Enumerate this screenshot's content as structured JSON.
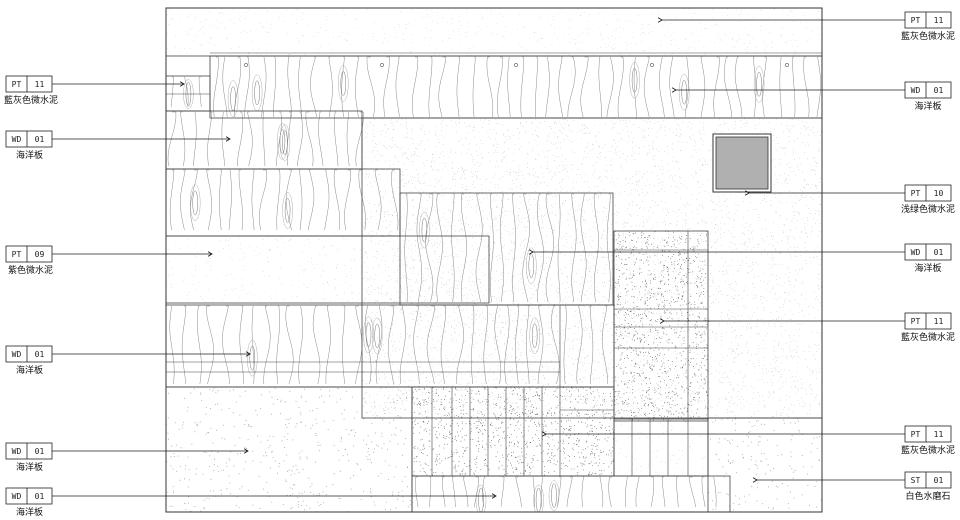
{
  "tags": [
    {
      "code": "PT",
      "num": "11",
      "label": "藍灰色微水泥",
      "side": "right",
      "color": "#9aa0a6"
    },
    {
      "code": "PT",
      "num": "11",
      "label": "藍灰色微水泥",
      "side": "left",
      "color": "#9aa0a6"
    },
    {
      "code": "WD",
      "num": "01",
      "label": "海洋板",
      "side": "right",
      "color": "#c8a878"
    },
    {
      "code": "WD",
      "num": "01",
      "label": "海洋板",
      "side": "left",
      "color": "#c8a878"
    },
    {
      "code": "PT",
      "num": "10",
      "label": "浅绿色微水泥",
      "side": "right",
      "color": "#a8c0a0"
    },
    {
      "code": "PT",
      "num": "09",
      "label": "紫色微水泥",
      "side": "left",
      "color": "#a898b8"
    },
    {
      "code": "WD",
      "num": "01",
      "label": "海洋板",
      "side": "right",
      "color": "#c8a878"
    },
    {
      "code": "PT",
      "num": "11",
      "label": "藍灰色微水泥",
      "side": "right",
      "color": "#9aa0a6"
    },
    {
      "code": "WD",
      "num": "01",
      "label": "海洋板",
      "side": "left",
      "color": "#c8a878"
    },
    {
      "code": "PT",
      "num": "11",
      "label": "藍灰色微水泥",
      "side": "right",
      "color": "#9aa0a6"
    },
    {
      "code": "WD",
      "num": "01",
      "label": "海洋板",
      "side": "left",
      "color": "#c8a878"
    },
    {
      "code": "ST",
      "num": "01",
      "label": "白色水磨石",
      "side": "right",
      "color": "#e8e8e4"
    },
    {
      "code": "WD",
      "num": "01",
      "label": "海洋板",
      "side": "left",
      "color": "#c8a878"
    }
  ]
}
